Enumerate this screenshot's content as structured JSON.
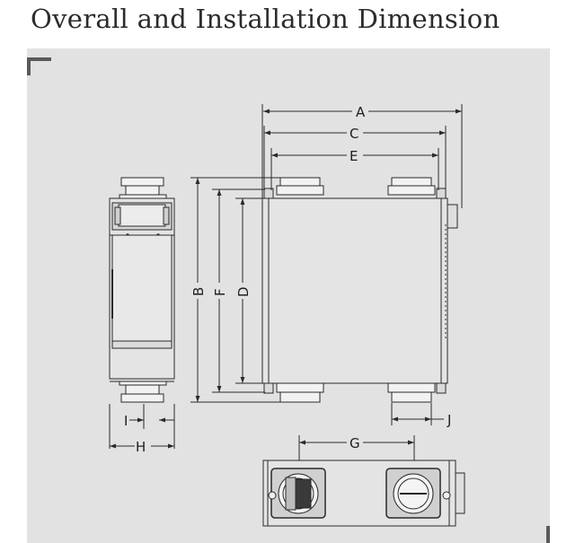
{
  "title": "Overall and Installation Dimension",
  "colors": {
    "panel_background": "#e2e2e2",
    "line": "#2a2a2a",
    "unit_body": "#e4e4e4",
    "duct_shade": "#f4f4f4",
    "dark_panel": "#3a3a3a"
  },
  "dimension_labels": {
    "A": "A",
    "B": "B",
    "C": "C",
    "D": "D",
    "E": "E",
    "F": "F",
    "G": "G",
    "H": "H",
    "I": "I",
    "J": "J"
  },
  "icons": {
    "corner_mark_top_left": "corner-bracket-icon",
    "corner_mark_bottom_right": "corner-bracket-icon"
  }
}
